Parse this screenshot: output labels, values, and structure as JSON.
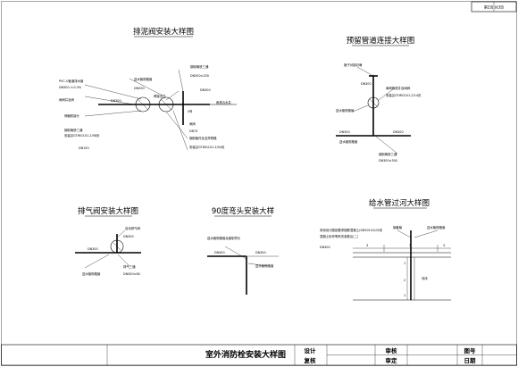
{
  "sheet": {
    "page_label": "第2页 共3页",
    "title_block": {
      "drawing_title": "室外消防栓安装大样图",
      "design_label": "设计",
      "check_label": "复核",
      "review_label": "审核",
      "approve_label": "审定",
      "drawing_no_label": "图号",
      "date_label": "日期"
    }
  },
  "diagrams": {
    "drain_valve": {
      "title": "排泥阀安装大样图",
      "labels": {
        "pvc_pipe": "PVC-U管道排水管",
        "pvc_dn": "DN300 i=0.3%",
        "gate_valve": "闸阀井及阀",
        "expansion": "伸缩软接头",
        "tee": "钢制铸铁三通",
        "spec1": "安装见GTWG101-2/58页",
        "dn150_a": "DN150",
        "dn200_a": "DN200",
        "water_pipe_a": "送水管规格管",
        "flange": "焊接法兰",
        "dn300_l": "DN300",
        "reducer": "钢制铸铁三通",
        "dn300_250": "DN300×250",
        "dn300_r": "DN300",
        "tap": "4号",
        "drain": "雨排污水井",
        "valve": "闸阀",
        "dn75": "DN75",
        "pipe_spec": "钢制管件及支撑规格",
        "spec2": "安装见GTWG101-2/54页"
      }
    },
    "reserved_pipe": {
      "title": "预留管道连接大样图",
      "labels": {
        "plug": "管子对接封堵",
        "dn300_top": "DN300",
        "gate_valve": "闸阀铸铁井及闸阀",
        "spec": "安装见GTWG101-2/14页",
        "water_pipe": "送水管规格管",
        "dn300_l": "DN300",
        "dn300_r": "DN300",
        "water_pipe2": "送水管规格管",
        "tee": "钢制铸铁三通",
        "dn300_300": "DN300×300"
      }
    },
    "air_valve": {
      "title": "排气阀安装大样图",
      "labels": {
        "auto_valve": "自动排气阀",
        "dn300_top": "DN300",
        "dn300_l": "DN300",
        "water_pipe": "送水管规格管",
        "exhaust": "排气三通",
        "dn300_80": "DN300×80"
      }
    },
    "elbow_90": {
      "title": "90度弯头安装大样",
      "labels": {
        "note": "送水管规格管及钢制弯头",
        "dn300_l": "DN300",
        "dn300_r": "DN300",
        "water_pipe": "送水管规格管"
      }
    },
    "river_crossing": {
      "title": "给水管过河大样图",
      "labels": {
        "note1": "采用设计图纸要求钢筋混凝土(GB50141)05页",
        "note2": "混凝土标号等有关参数见(二)",
        "dn300": "DN300",
        "steel_pipe": "钢套管",
        "water_pipe": "送水管规格管",
        "bank": "河床",
        "dim_left": "3",
        "dim_mid": "3",
        "dim_right": "3",
        "mark_a": "1",
        "mark_b": "2",
        "mark_c": "1"
      }
    }
  }
}
